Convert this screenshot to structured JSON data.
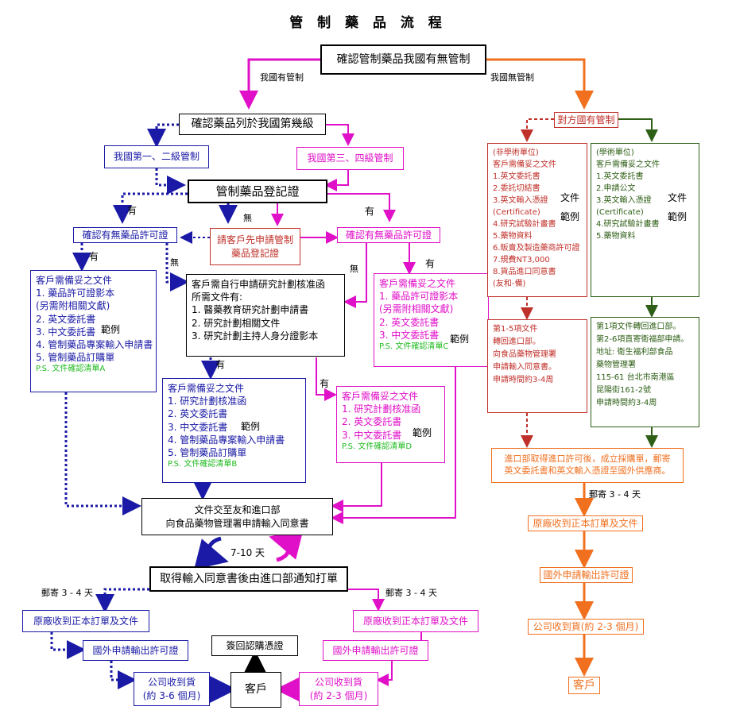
{
  "title": "管 制 藥 品 流 程",
  "start": "確認管制藥品我國有無管制",
  "label_yes_ctrl": "我國有管制",
  "label_no_ctrl": "我國無管制",
  "class_q": "確認藥品列於我國第幾級",
  "class12": "我國第一、二級管制",
  "class34": "我國第三、四級管制",
  "register": "管制藥品登記證",
  "yes": "有",
  "no": "無",
  "confirm_permit_blue": "確認有無藥品許可證",
  "confirm_permit_mag": "確認有無藥品許可證",
  "apply_register": [
    "請客戶先申請管制",
    "藥品登記證"
  ],
  "docs_a": {
    "head": "客戶需備妥之文件",
    "items": [
      "1.  藥品許可證影本",
      "  (另需附相關文獻)",
      "2.  英文委託書",
      "3.  中文委託書",
      "4.  管制藥品專案輸入申請書",
      "5.  管制藥品訂購單"
    ],
    "ps": "P.S. 文件確認清單A",
    "example": "範例"
  },
  "self_apply": {
    "head": "客戶需自行申請研究計劃核准函",
    "sub": "所需文件有:",
    "items": [
      "1.  醫藥教育研究計劃申請書",
      "2.  研究計劃相關文件",
      "3.  研究計劃主持人身分證影本"
    ]
  },
  "docs_c": {
    "head": "客戶需備妥之文件",
    "items": [
      "1.  藥品許可證影本",
      "  (另需附相關文獻)",
      "2.  英文委託書",
      "3.  中文委託書"
    ],
    "ps": "P.S. 文件確認清單C",
    "example": "範例"
  },
  "docs_b": {
    "head": "客戶需備妥之文件",
    "items": [
      "1.  研究計劃核准函",
      "2.  英文委託書",
      "3.  中文委託書",
      "4.  管制藥品專案輸入申請書",
      "5.  管制藥品訂購單"
    ],
    "ps": "P.S. 文件確認清單B",
    "example": "範例"
  },
  "docs_d": {
    "head": "客戶需備妥之文件",
    "items": [
      "1.  研究計劃核准函",
      "2.  英文委託書",
      "3.  中文委託書"
    ],
    "ps": "P.S. 文件確認清單D",
    "example": "範例"
  },
  "submit": [
    "文件交至友和進口部",
    "向食品藥物管理署申請輸入同意書"
  ],
  "days_7_10": "7-10 天",
  "notify": "取得輸入同意書後由進口部通知打單",
  "mail_3_4": "郵寄 3 - 4 天",
  "orig_recv": "原廠收到正本訂單及文件",
  "export_permit": "國外申請輸出許可證",
  "recv_blue": [
    "公司收到貨",
    "(約 3-6 個月)"
  ],
  "recv_mag": [
    "公司收到貨",
    "(約 2-3 個月)"
  ],
  "customer": "客戶",
  "sign_receipt": "簽回認購憑證",
  "other_ctrl": "對方國有管制",
  "non_academic": {
    "items": [
      "(非學術單位)",
      "客戶需備妥之文件",
      "1.英文委託書",
      "2.委託切結書",
      "3.英文輸入憑證",
      "(Certificate)",
      "4.研究試驗計畫書",
      "5.藥物資料",
      "6.販賣及製造藥商許可證",
      "7.規費NT3,000",
      "8.貨品進口同意書",
      "(友和-備)"
    ],
    "doc_label": "文件",
    "ex_label": "範例"
  },
  "academic": {
    "items": [
      "(學術單位)",
      "客戶需備妥之文件",
      "1.英文委託書",
      "2.申請公文",
      "3.英文輸入憑證",
      "(Certificate)",
      "4.研究試驗計畫書",
      "5.藥物資料"
    ],
    "doc_label": "文件",
    "ex_label": "範例"
  },
  "return_1_5": [
    "第1-5項文件",
    "轉回進口部。",
    "向食品藥物管理署",
    "申請輸入同意書。",
    "申請時間約3-4周"
  ],
  "return_1_gov": [
    "第1項文件轉回進口部。",
    "第2-6項直寄衛福部申請。",
    "地址: 衛生福利部食品",
    "藥物管理署",
    "115-61 台北市南港區",
    "昆陽街161-2號",
    "申請時間約3-4周"
  ],
  "after_permit": [
    "進口部取得進口許可後，成立採購單，郵寄",
    "英文委託書和英文輸入憑證至國外供應商。"
  ],
  "mail_right": "郵寄 3 - 4 天",
  "r_orig_recv": "原廠收到正本訂單及文件",
  "r_export": "國外申請輸出許可證",
  "r_recv": "公司收到貨(約 2-3 個月)",
  "r_customer": "客戶",
  "colors": {
    "blue": "#1a1aa6",
    "magenta": "#e010c8",
    "orange": "#f07020",
    "green": "#2e5f16",
    "red": "#c0302a"
  }
}
